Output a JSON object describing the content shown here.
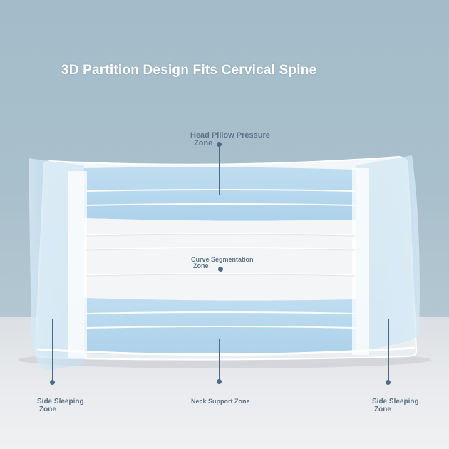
{
  "title": "3D Partition Design Fits Cervical Spine",
  "labels": {
    "head_zone": {
      "line1": "Head Pillow Pressure",
      "line2": "Zone"
    },
    "curve_zone": {
      "line1": "Curve Segmentation",
      "line2": "Zone"
    },
    "side_left": {
      "line1": "Side Sleeping",
      "line2": "Zone"
    },
    "neck_zone": {
      "line1": "Neck Support Zone"
    },
    "side_right": {
      "line1": "Side Sleeping",
      "line2": "Zone"
    }
  },
  "colors": {
    "wall": "#a9c0cc",
    "floor": "#e8eaed",
    "accent_blue": "#bcdcf0",
    "label_text": "#5d7388",
    "marker": "#4d6a86",
    "title_text": "#ffffff"
  }
}
